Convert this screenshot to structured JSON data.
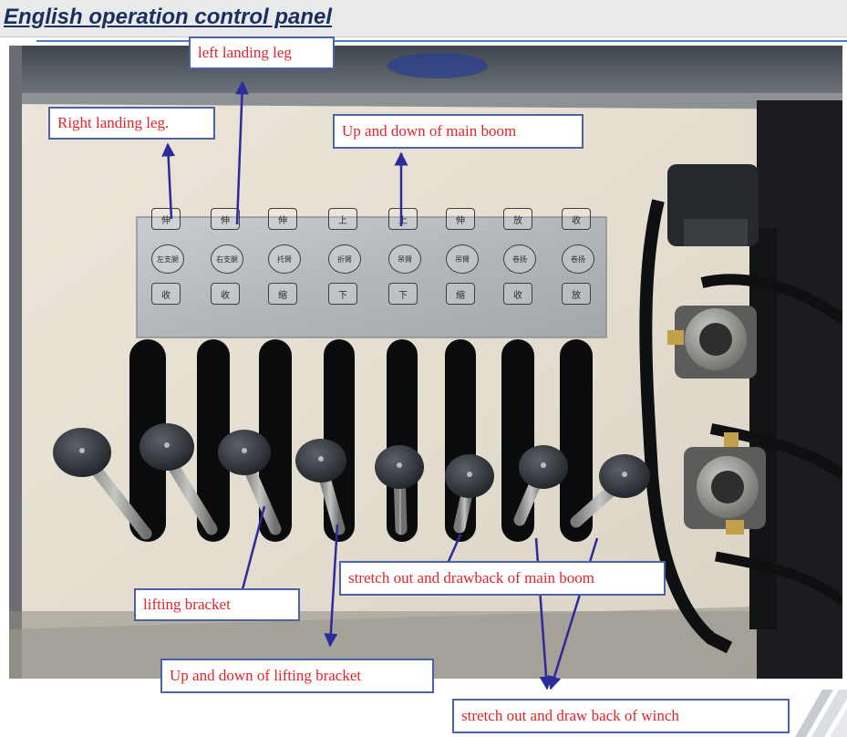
{
  "page": {
    "title": "English operation control panel"
  },
  "photo": {
    "subject": "operation-control-panel-photo",
    "lever_count": 8,
    "plate_rows": [
      [
        "伸",
        "伸",
        "伸",
        "上",
        "上",
        "伸",
        "放",
        "收"
      ],
      [
        "左支腿",
        "右支腿",
        "托臂",
        "折臂",
        "吊臂",
        "吊臂",
        "卷扬",
        "卷扬"
      ],
      [
        "收",
        "收",
        "缩",
        "下",
        "下",
        "缩",
        "收",
        "放"
      ]
    ]
  },
  "callouts": [
    {
      "id": "left-landing-leg",
      "text": "left landing leg"
    },
    {
      "id": "right-landing-leg",
      "text": "Right landing leg."
    },
    {
      "id": "main-boom-up-down",
      "text": "Up and down of main boom"
    },
    {
      "id": "lifting-bracket",
      "text": "lifting bracket"
    },
    {
      "id": "lifting-bracket-up-down",
      "text": "Up and down of lifting bracket"
    },
    {
      "id": "main-boom-stretch",
      "text": "stretch out and drawback of main boom"
    },
    {
      "id": "winch-stretch",
      "text": "stretch out and draw back of winch"
    }
  ],
  "colors": {
    "title_text": "#1b2f5e",
    "callout_text": "#e3232b",
    "callout_border": "#4a63a8",
    "arrow": "#2d2b9a",
    "panel_body": "#e7e0d2"
  }
}
